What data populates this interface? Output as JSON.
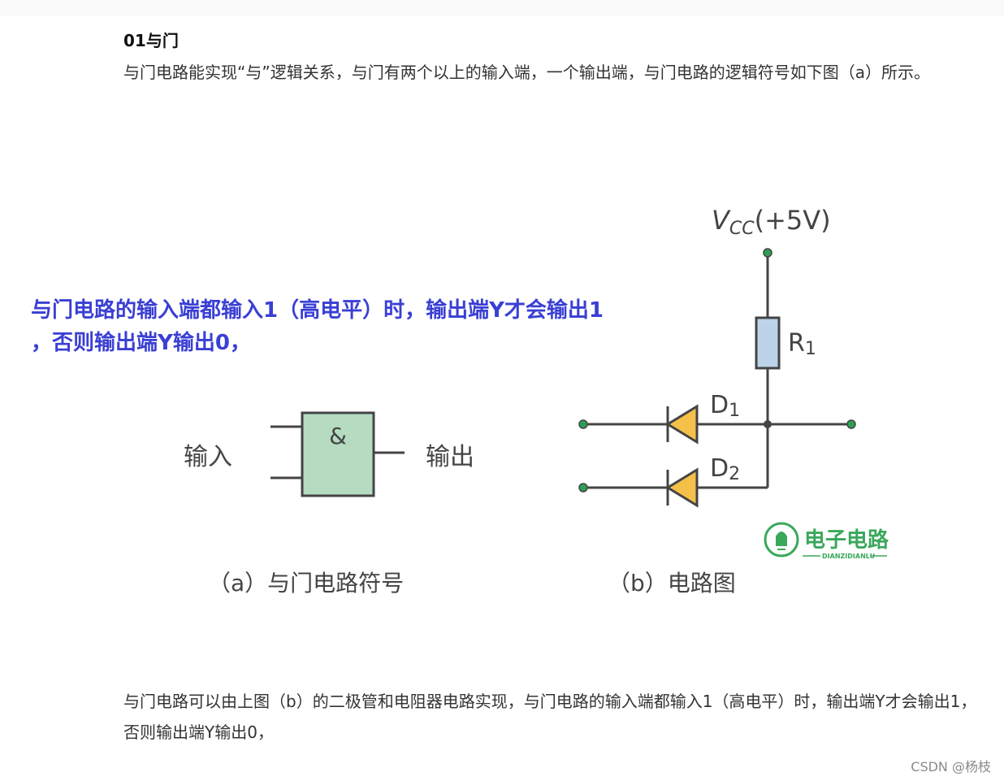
{
  "heading": "01与门",
  "intro": "与门电路能实现“与”逻辑关系，与门有两个以上的输入端，一个输出端，与门电路的逻辑符号如下图（a）所示。",
  "highlight": {
    "line1": "与门电路的输入端都输入1（高电平）时，输出端Y才会输出1",
    "line2": "，否则输出端Y输出0，"
  },
  "figure_a": {
    "gate_symbol": "&",
    "input_label": "输入",
    "output_label": "输出",
    "caption": "（a）与门电路符号"
  },
  "figure_b": {
    "vcc_main": "V",
    "vcc_sub": "CC",
    "vcc_value": "(+5V)",
    "r1_main": "R",
    "r1_sub": "1",
    "d1_main": "D",
    "d1_sub": "1",
    "d2_main": "D",
    "d2_sub": "2",
    "logo_text": "电子电路",
    "logo_sub": "DIANZIDIANLU",
    "caption": "（b）电路图"
  },
  "explanation": "与门电路可以由上图（b）的二极管和电阻器电路实现，与门电路的输入端都输入1（高电平）时，输出端Y才会输出1，否则输出端Y输出0，",
  "watermark": "CSDN @杨枝",
  "colors": {
    "highlight": "#3a3fd4",
    "gate_fill": "#b5dcc0",
    "resistor_fill": "#bcd3ea",
    "diode_fill": "#f5c04a",
    "node": "#2e9e55",
    "logo": "#3aa85b"
  }
}
